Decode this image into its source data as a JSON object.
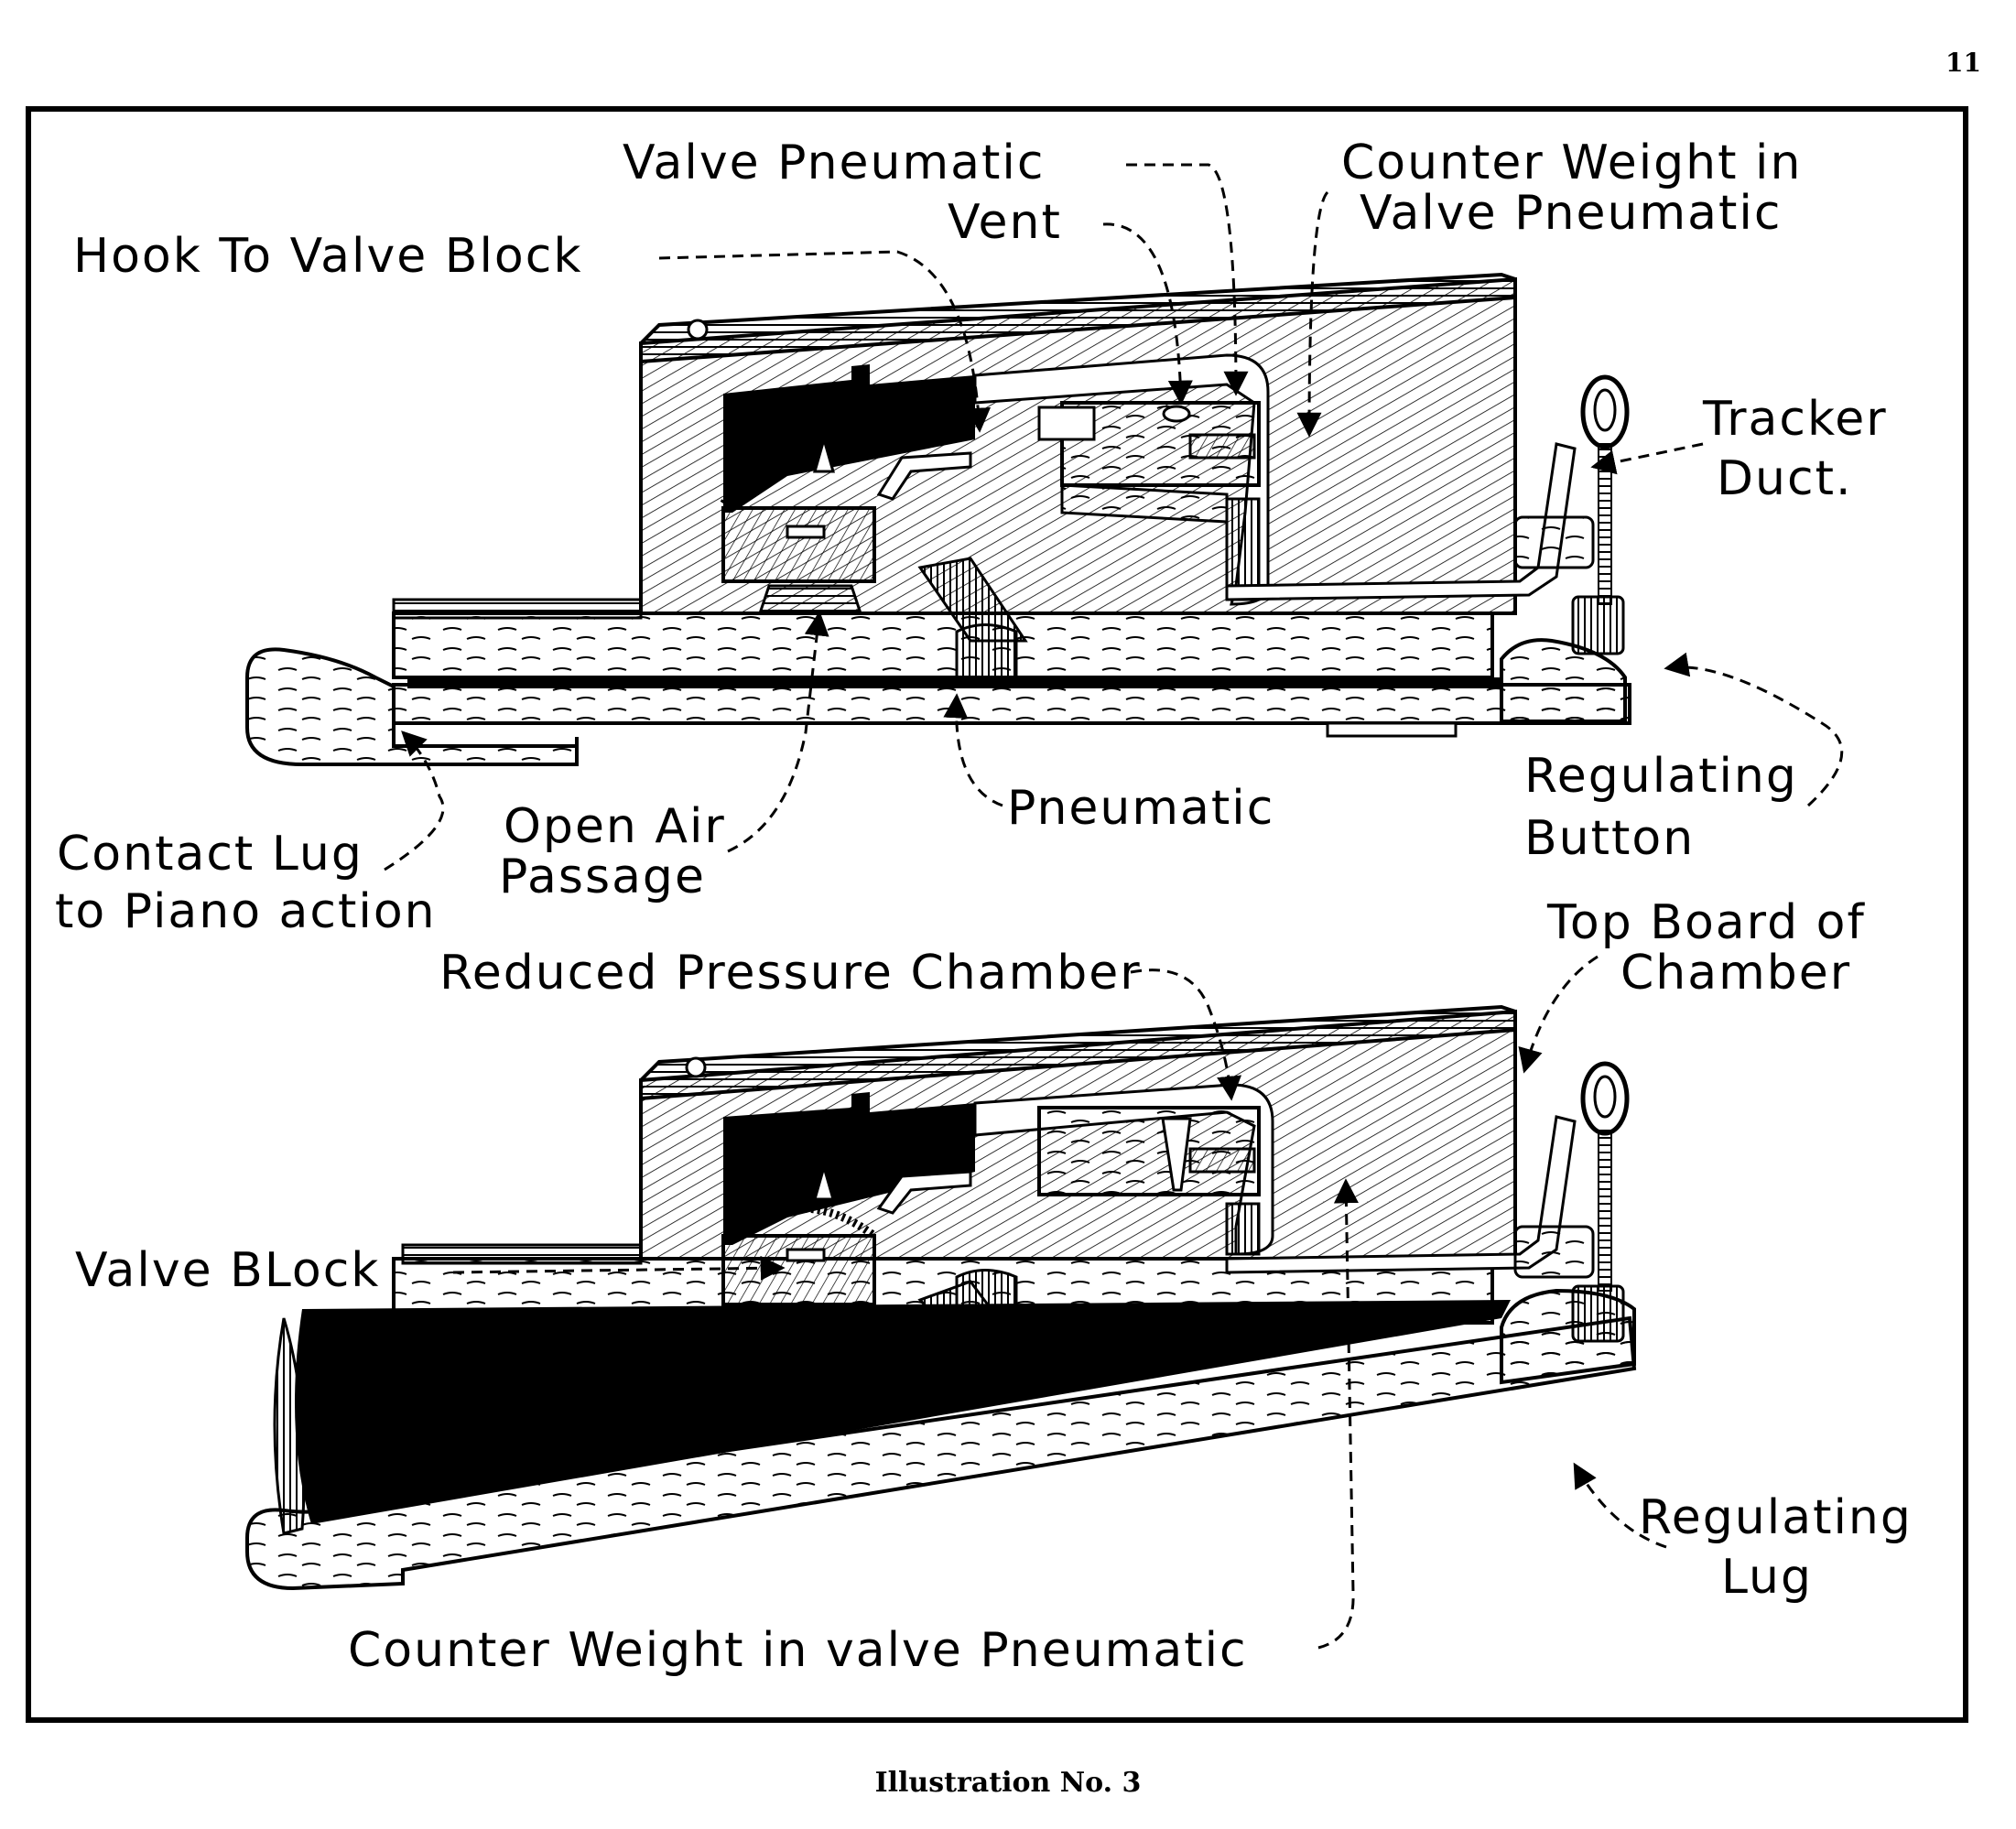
{
  "page": {
    "page_number": "11",
    "caption": "Illustration No. 3"
  },
  "figure": {
    "subject": "Player piano valve block and pneumatic (cross-section, two positions)",
    "top_view_labels": {
      "hook_to_valve_block": "Hook To Valve Block",
      "valve_pneumatic": "Valve Pneumatic",
      "vent": "Vent",
      "counter_weight_line1": "Counter Weight in",
      "counter_weight_line2": "Valve Pneumatic",
      "tracker_duct_line1": "Tracker",
      "tracker_duct_line2": "Duct.",
      "regulating_button_line1": "Regulating",
      "regulating_button_line2": "Button",
      "pneumatic": "Pneumatic",
      "open_air_line1": "Open Air",
      "open_air_line2": "Passage",
      "contact_lug_line1": "Contact Lug",
      "contact_lug_line2": "to Piano action"
    },
    "bottom_view_labels": {
      "reduced_pressure_chamber": "Reduced Pressure Chamber",
      "top_board_line1": "Top Board of",
      "top_board_line2": "Chamber",
      "valve_block": "Valve BLock",
      "regulating_lug_line1": "Regulating",
      "regulating_lug_line2": "Lug",
      "counter_weight_bottom": "Counter Weight in valve Pneumatic"
    }
  }
}
